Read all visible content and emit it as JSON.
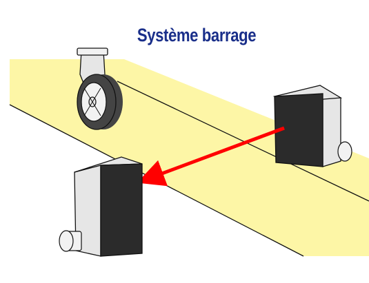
{
  "diagram": {
    "title": "Système barrage",
    "colors": {
      "title": "#1a2f8a",
      "conveyor": "#fdf6a6",
      "beam": "#ff0000",
      "housing_front": "#2b2b2b",
      "housing_side": "#e6e6e6",
      "outline": "#111111",
      "wheel_tire": "#444444",
      "wheel_hub": "#f2f2f2"
    },
    "components": {
      "conveyor": "conveyor-belt",
      "object": "caster-wheel",
      "emitter": "emitter-unit",
      "receiver": "receiver-unit",
      "beam": "light-beam"
    }
  }
}
